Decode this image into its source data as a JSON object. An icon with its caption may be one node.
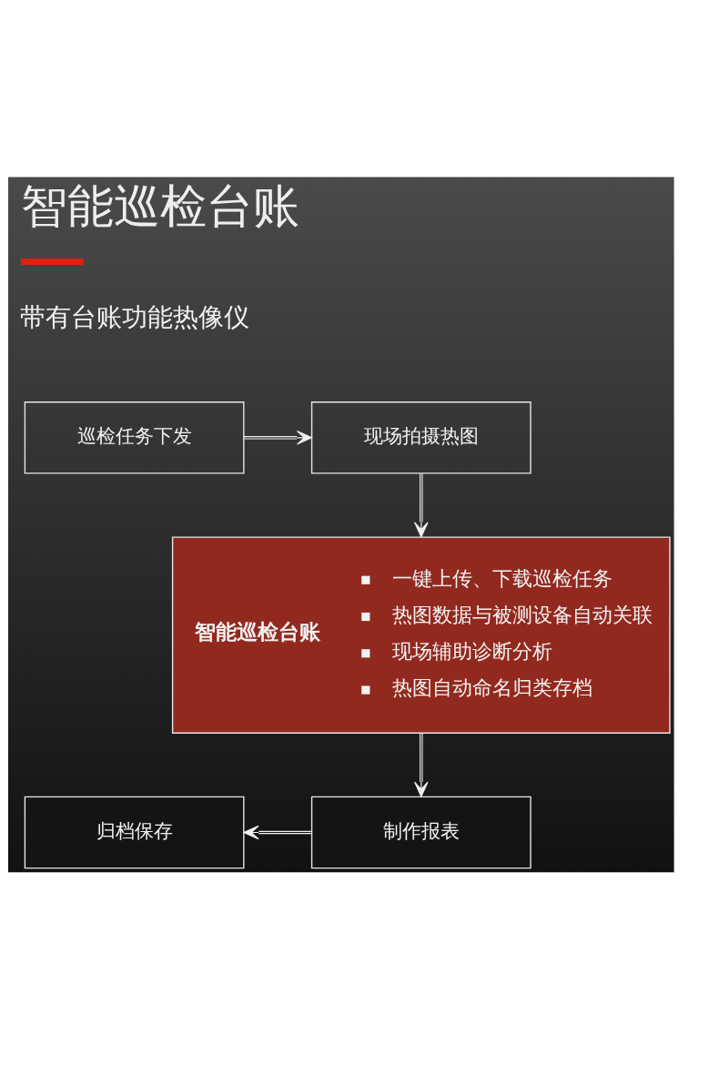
{
  "diagram": {
    "title": "智能巡检台账",
    "nodes": [
      {
        "text": [
          "巡检任务下发"
        ]
      },
      {
        "text": [
          "现场拍摄热图"
        ]
      },
      {
        "text": [
          "智能巡检台账",
          "一键上传、下载巡检任务",
          "热图数据与被测设备自动关联",
          "现场辅助诊断分析",
          "热图自动命名归类存档"
        ]
      },
      {
        "text": [
          "制作报表"
        ]
      },
      {
        "text": [
          "归档保存"
        ]
      }
    ],
    "edges": [
      {
        "from": 0,
        "to": 1,
        "arrow": "to"
      },
      {
        "from": 1,
        "to": 2,
        "arrow": "to"
      },
      {
        "from": 2,
        "to": 3,
        "arrow": "to"
      },
      {
        "from": 3,
        "to": 4,
        "arrow": "to"
      }
    ],
    "labels": [
      "带有台账功能热像仪"
    ]
  }
}
